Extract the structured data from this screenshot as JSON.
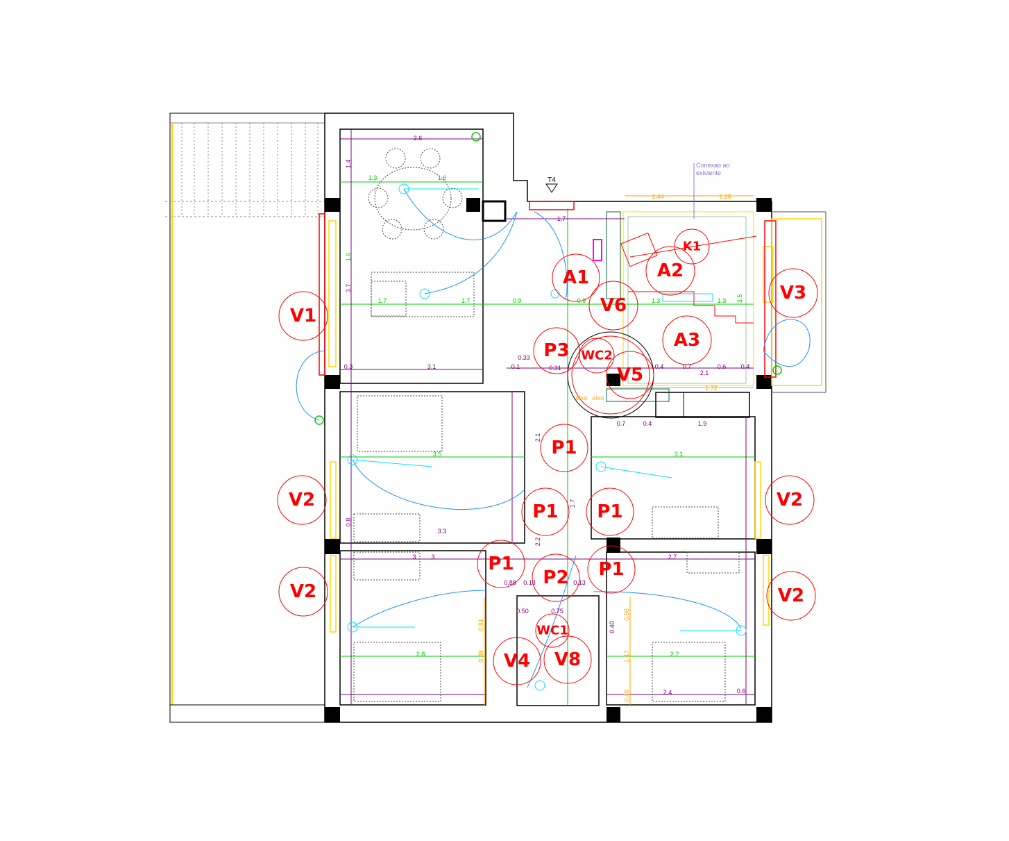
{
  "drawing": {
    "level_marker": "T4",
    "connection_note": [
      "Conexao ao",
      "existente"
    ],
    "axis_labels": [
      "eixo",
      "eixo"
    ]
  },
  "tags": [
    {
      "id": "V1"
    },
    {
      "id": "V2"
    },
    {
      "id": "V2"
    },
    {
      "id": "V2"
    },
    {
      "id": "V2"
    },
    {
      "id": "V3"
    },
    {
      "id": "A1"
    },
    {
      "id": "A2"
    },
    {
      "id": "K1"
    },
    {
      "id": "V6"
    },
    {
      "id": "P3"
    },
    {
      "id": "WC2"
    },
    {
      "id": "A3"
    },
    {
      "id": "V5"
    },
    {
      "id": "P1"
    },
    {
      "id": "P1"
    },
    {
      "id": "P1"
    },
    {
      "id": "P1"
    },
    {
      "id": "P2"
    },
    {
      "id": "P1"
    },
    {
      "id": "WC1"
    },
    {
      "id": "V4"
    },
    {
      "id": "V8"
    }
  ],
  "dimensions": [
    "2.6",
    "1.3",
    "1.6",
    "1.7",
    "1.7",
    "3.1",
    "0.3",
    "0.1",
    "0.9",
    "0.9",
    "1.7",
    "1.44",
    "1.28",
    "1.3",
    "1.3",
    "2.1",
    "1.72",
    "0.4",
    "0.7",
    "0.6",
    "0.4",
    "3.5",
    "3.3",
    "3",
    "3",
    "2.8",
    "3.1",
    "2.7",
    "2.7",
    "2.4",
    "0.7",
    "0.4",
    "1.9",
    "0.33",
    "0.31",
    "0.88",
    "0.13",
    "0.13",
    "0.75",
    "0.50",
    "0.81",
    "0.48",
    "0.50",
    "1.17",
    "0.40",
    "0.40",
    "3.7",
    "1.6",
    "1.4",
    "2.1",
    "1.7",
    "2.2",
    "3.5",
    "0.6",
    "0.8"
  ],
  "colors": {
    "tag": "#ff0000",
    "wall": "#000000",
    "dimension_green": "#00cc00",
    "dimension_purple": "#800080",
    "dimension_orange": "#ffa500",
    "water_line": "#1e90ff",
    "fixture_cyan": "#00e5ff",
    "outline_yellow": "#ffd700"
  }
}
